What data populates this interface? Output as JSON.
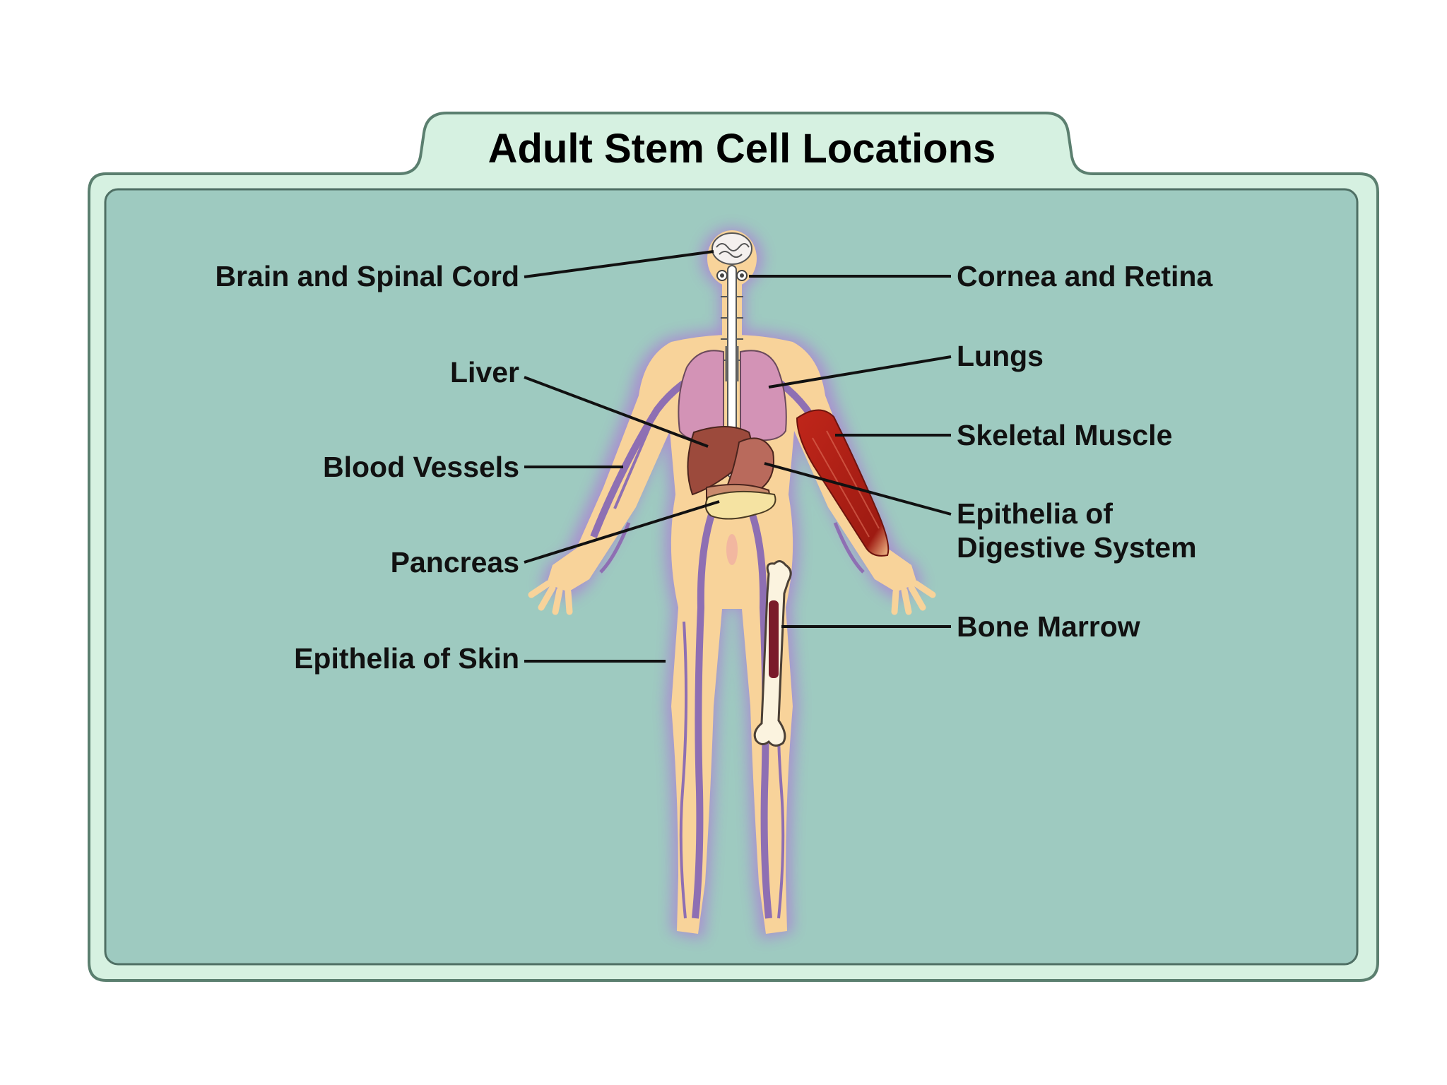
{
  "title": "Adult Stem Cell Locations",
  "colors": {
    "page_background": "#ffffff",
    "frame_fill": "#d6f1e1",
    "frame_stroke": "#5b7f6f",
    "panel_fill": "#9ecac0",
    "panel_stroke": "#4f6f64",
    "skin": "#f8d39a",
    "glow": "#a98bd0",
    "vessels": "#8e6fb3",
    "lungs": "#d393b6",
    "liver": "#9c4a3c",
    "muscle": "#b8261b",
    "pancreas": "#f5e3a2",
    "bone": "#fbf3df",
    "marrow": "#7a1b2a",
    "label_text": "#111111"
  },
  "labels": {
    "brain": "Brain and Spinal Cord",
    "liver": "Liver",
    "blood_vessels": "Blood Vessels",
    "pancreas": "Pancreas",
    "skin": "Epithelia of Skin",
    "cornea": "Cornea and Retina",
    "lungs": "Lungs",
    "muscle": "Skeletal Muscle",
    "digestive_line1": "Epithelia of",
    "digestive_line2": "Digestive System",
    "bone_marrow": "Bone Marrow"
  }
}
